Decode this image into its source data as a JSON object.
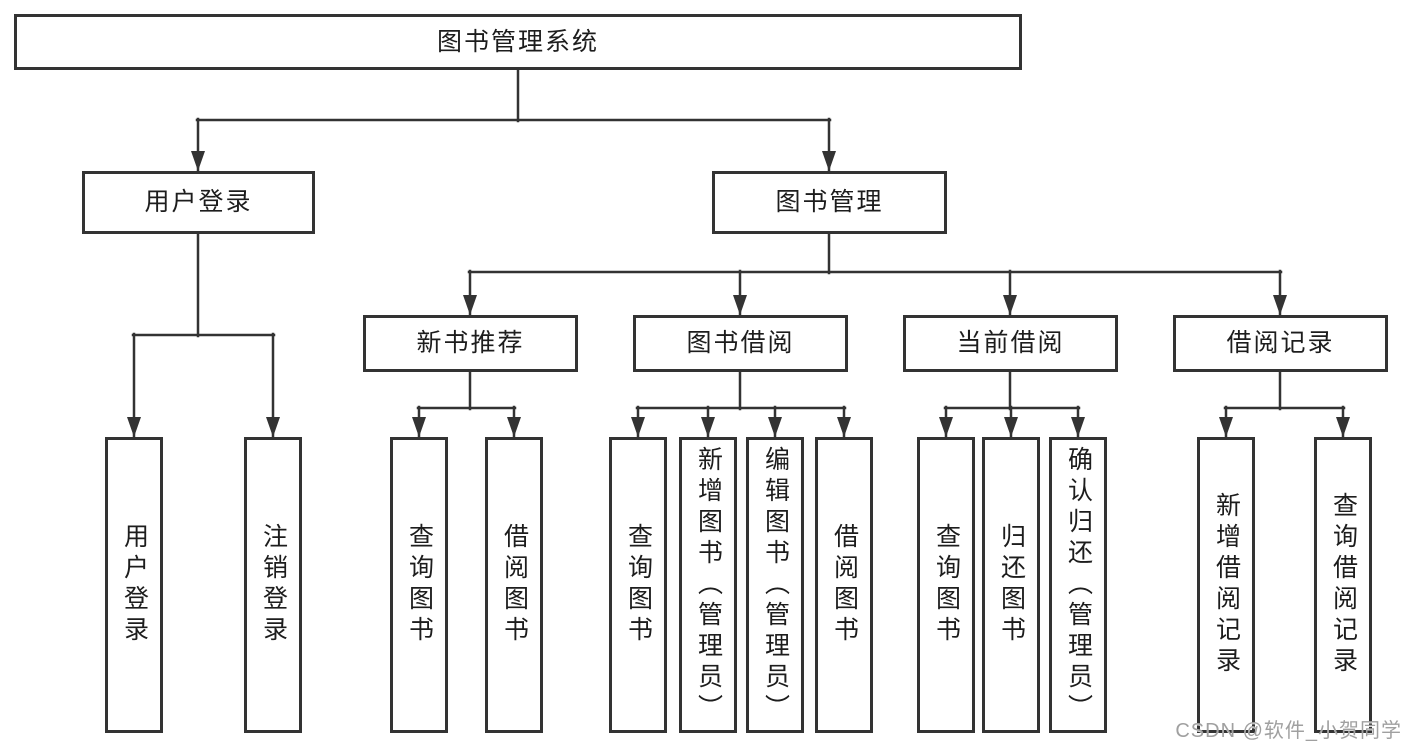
{
  "diagram": {
    "root": {
      "label": "图书管理系统"
    },
    "level2": [
      "用户登录",
      "图书管理"
    ],
    "level3": [
      "新书推荐",
      "图书借阅",
      "当前借阅",
      "借阅记录"
    ],
    "leaves": {
      "user": [
        "用户登录",
        "注销登录"
      ],
      "newbook": [
        "查询图书",
        "借阅图书"
      ],
      "borrow": [
        "查询图书",
        "新增图书（管理员）",
        "编辑图书（管理员）",
        "借阅图书"
      ],
      "current": [
        "查询图书",
        "归还图书",
        "确认归还（管理员）"
      ],
      "records": [
        "新增借阅记录",
        "查询借阅记录"
      ]
    }
  },
  "watermark": {
    "text": "CSDN @软件_小贺同学"
  },
  "colors": {
    "line": "#333333",
    "text": "#1d1d1d",
    "background": "#ffffff",
    "watermark": "#a0a0a0"
  }
}
